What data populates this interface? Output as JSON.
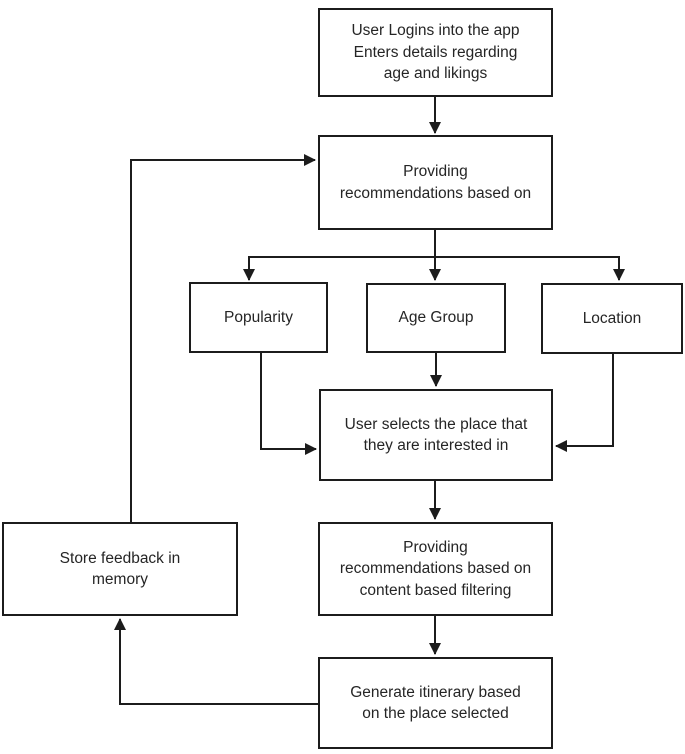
{
  "colors": {
    "background": "#ffffff",
    "line": "#1c1c1c",
    "text": "#252525"
  },
  "diagram": {
    "type": "flowchart",
    "nodes": {
      "login": "User Logins into the app\nEnters details regarding\nage and likings",
      "recommend": "Providing\nrecommendations based on",
      "popularity": "Popularity",
      "age_group": "Age Group",
      "location": "Location",
      "select_place": "User selects the place that\nthey are interested in",
      "content_filtering": "Providing\nrecommendations based on\ncontent based filtering",
      "itinerary": "Generate itinerary based\non the place selected",
      "feedback": "Store feedback in\nmemory"
    },
    "edges": [
      {
        "from": "login",
        "to": "recommend"
      },
      {
        "from": "recommend",
        "to": "popularity"
      },
      {
        "from": "recommend",
        "to": "age_group"
      },
      {
        "from": "recommend",
        "to": "location"
      },
      {
        "from": "popularity",
        "to": "select_place"
      },
      {
        "from": "age_group",
        "to": "select_place"
      },
      {
        "from": "location",
        "to": "select_place"
      },
      {
        "from": "select_place",
        "to": "content_filtering"
      },
      {
        "from": "content_filtering",
        "to": "itinerary"
      },
      {
        "from": "itinerary",
        "to": "feedback"
      },
      {
        "from": "feedback",
        "to": "recommend"
      }
    ]
  }
}
